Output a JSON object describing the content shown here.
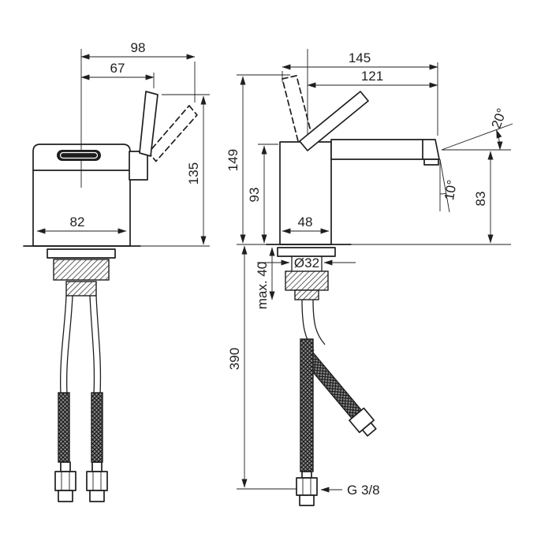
{
  "colors": {
    "ink": "#1f1f1f",
    "background": "#ffffff"
  },
  "drawing": {
    "front_view": {
      "dim_width_total": "98",
      "dim_width_handle_tip": "67",
      "dim_body_width": "82",
      "dim_height_overall": "135"
    },
    "side_view": {
      "dim_depth_total": "145",
      "dim_spout_reach": "121",
      "dim_height_overall": "149",
      "dim_height_body": "93",
      "dim_base_depth": "48",
      "dim_shank_diameter": "Ø32",
      "dim_spout_height": "83",
      "dim_angle_spout_top": "20°",
      "dim_angle_outlet": "10°",
      "dim_mounting_max": "max. 40",
      "dim_hose_length": "390",
      "dim_connection_thread": "G 3/8"
    }
  }
}
